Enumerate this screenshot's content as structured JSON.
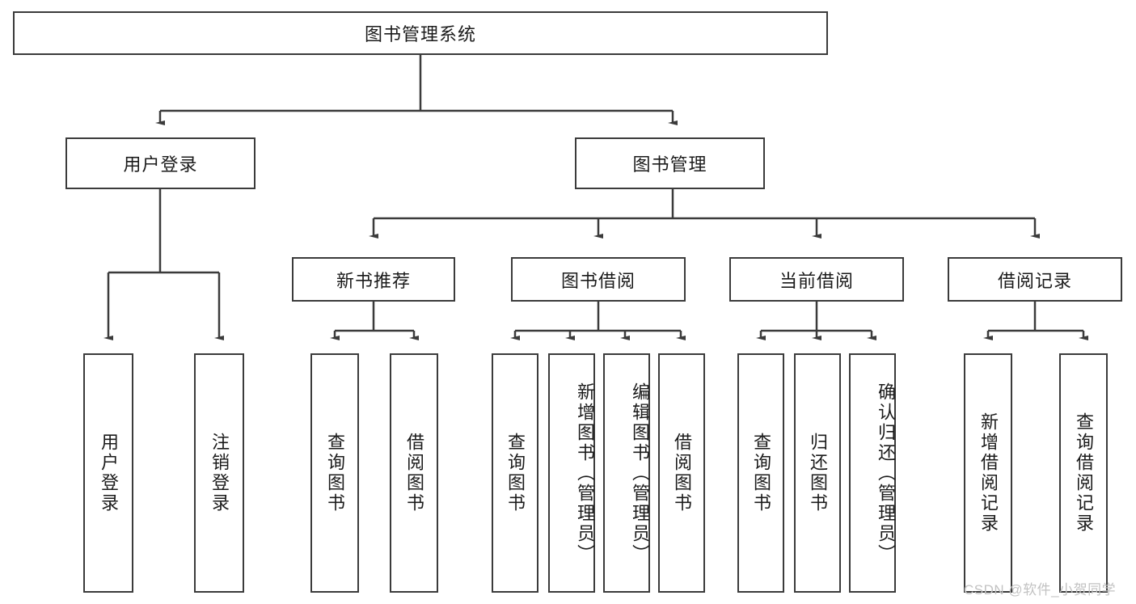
{
  "diagram": {
    "type": "tree-hierarchy",
    "title": "图书管理系统",
    "root": {
      "label": "图书管理系统"
    },
    "level2": [
      {
        "label": "用户登录"
      },
      {
        "label": "图书管理"
      }
    ],
    "level3": [
      {
        "label": "新书推荐",
        "parent": "图书管理"
      },
      {
        "label": "图书借阅",
        "parent": "图书管理"
      },
      {
        "label": "当前借阅",
        "parent": "图书管理"
      },
      {
        "label": "借阅记录",
        "parent": "图书管理"
      }
    ],
    "leaves": {
      "user_login": [
        {
          "label": "用户登录"
        },
        {
          "label": "注销登录"
        }
      ],
      "new_book_recommend": [
        {
          "label": "查询图书"
        },
        {
          "label": "借阅图书"
        }
      ],
      "book_borrow": [
        {
          "label": "查询图书"
        },
        {
          "label": "新增图书（管理员）"
        },
        {
          "label": "编辑图书（管理员）"
        },
        {
          "label": "借阅图书"
        }
      ],
      "current_borrow": [
        {
          "label": "查询图书"
        },
        {
          "label": "归还图书"
        },
        {
          "label": "确认归还（管理员）"
        }
      ],
      "borrow_record": [
        {
          "label": "新增借阅记录"
        },
        {
          "label": "查询借阅记录"
        }
      ]
    }
  },
  "watermark": {
    "text": "CSDN @软件_小贺同学"
  },
  "colors": {
    "border": "#3b3b3b",
    "background": "#ffffff",
    "text": "#1b1b1b",
    "watermark": "#c2c2c2"
  }
}
